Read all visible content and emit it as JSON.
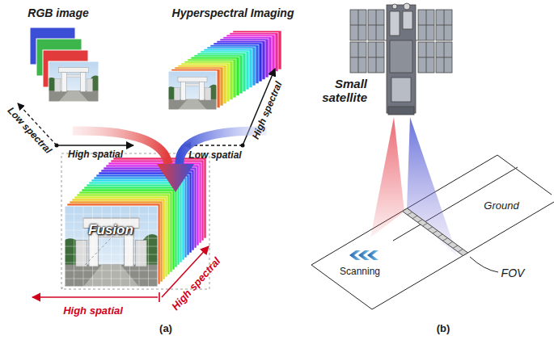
{
  "diagram": {
    "labels": [
      "RGB image",
      "Hyperspectral Imaging",
      "Small satellite",
      "Low spectral",
      "High spatial",
      "Low spatial",
      "High spectral",
      "Fusion",
      "Ground",
      "Scanning",
      "FOV",
      "High spectral",
      "High spatial",
      "(a)",
      "(b)"
    ]
  }
}
